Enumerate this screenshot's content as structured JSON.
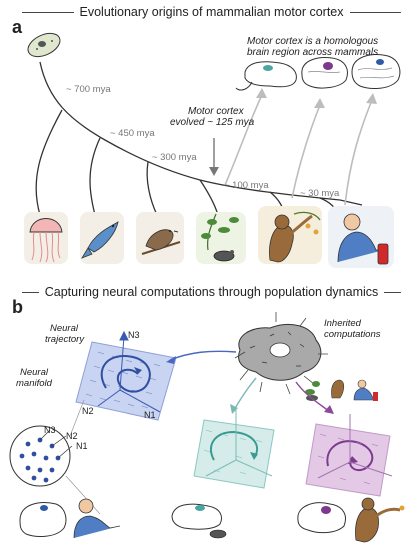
{
  "panel_a": {
    "letter": "a",
    "title": "Evolutionary origins of mammalian motor cortex",
    "homologous_note_line1": "Motor cortex is a homologous",
    "homologous_note_line2": "brain region across mammals",
    "evolved_line1": "Motor cortex",
    "evolved_line2": "evolved ~ 125 mya",
    "mya_labels": [
      "~ 700 mya",
      "~ 450 mya",
      "~ 300 mya",
      "~ 100 mya",
      "~ 30 mya"
    ],
    "organisms": [
      "single-cell organism",
      "jellyfish",
      "fish",
      "bird",
      "rodent",
      "monkey",
      "human"
    ]
  },
  "panel_b": {
    "letter": "b",
    "title": "Capturing neural computations through population dynamics",
    "neural_trajectory_line1": "Neural",
    "neural_trajectory_line2": "trajectory",
    "neural_manifold_line1": "Neural",
    "neural_manifold_line2": "manifold",
    "inherited_line1": "Inherited",
    "inherited_line2": "computations",
    "axis_n1": "N1",
    "axis_n2": "N2",
    "axis_n3": "N3"
  },
  "colors": {
    "manifold_blue": "#c9d3f2",
    "manifold_teal": "#d5ecea",
    "manifold_purple": "#e3c9e6",
    "motor_cortex_teal": "#4aa6a0",
    "motor_cortex_purple": "#7b3a8c",
    "motor_cortex_blue": "#2f5aa8",
    "arrow_gray": "#b5b5b5"
  }
}
